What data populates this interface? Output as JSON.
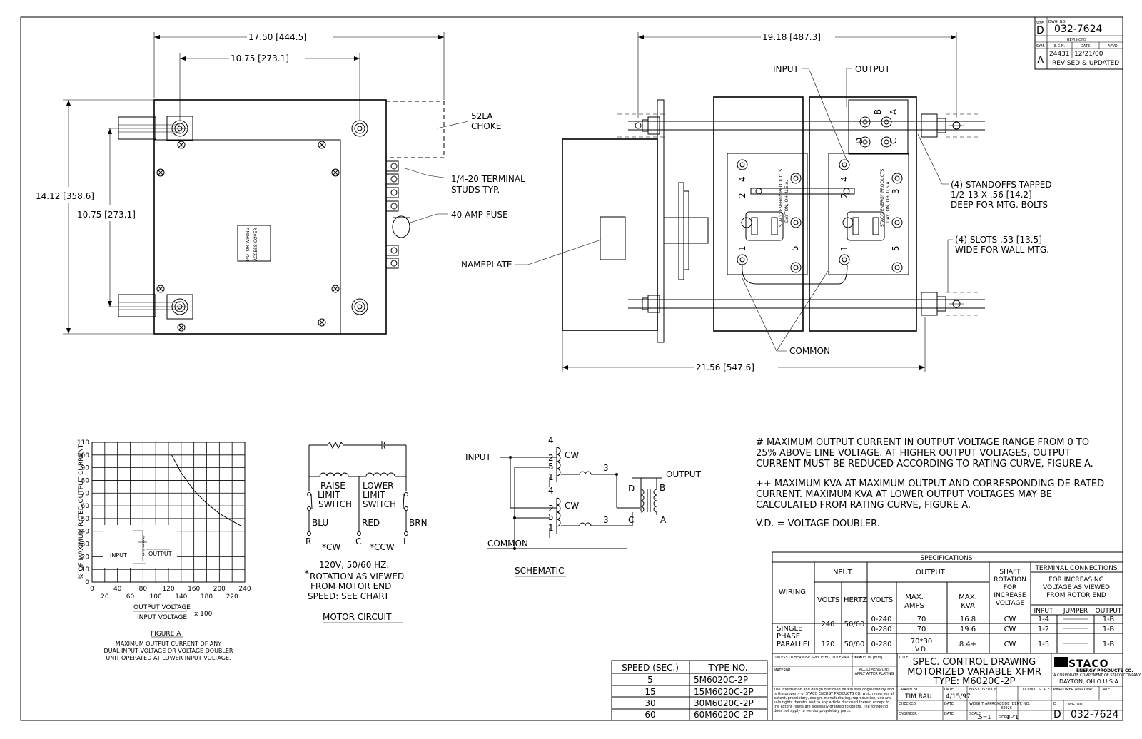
{
  "title_block": {
    "size": "D",
    "drawing_number": "032-7624",
    "revisions_label": "REVISIONS",
    "rev_headers": [
      "SYM.",
      "E.C.N.",
      "DATE",
      "APVD."
    ],
    "rev": {
      "sym": "A",
      "ecn": "24431",
      "date": "12/21/00",
      "desc": "REVISED & UPDATED"
    },
    "title_label": "TITLE",
    "title_line1": "SPEC. CONTROL DRAWING",
    "title_line2": "MOTORIZED VARIABLE XFMR",
    "title_line3": "TYPE: M6020C-2P",
    "company": "STACO",
    "company_sub": "ENERGY PRODUCTS CO.",
    "company_tagline": "A CORPORATE COMPONENT OF STACO COMPANY",
    "company_city": "DAYTON, OHIO U.S.A.",
    "drawn_by_label": "DRAWN BY",
    "drawn_by": "TIM RAU",
    "date_label": "DATE",
    "drawn_date": "4/15/97",
    "checked_label": "CHECKED",
    "engineer_label": "ENGINEER",
    "first_used_label": "FIRST USED ON",
    "weight_label": "WEIGHT APPROX.",
    "scale_label": "SCALE",
    "scale": ".5=1",
    "sheet_label": "SHEET",
    "sheet": "1",
    "sheet_of": "OF",
    "sheet_total": "1",
    "code_ident_label": "CODE IDENT. NO.",
    "code_ident": "83926",
    "do_not_scale": "DO NOT SCALE DWG.",
    "customer_approval": "CUSTOMER APPROVAL",
    "dwg_no_label": "DWG. NO.",
    "tol_note": "UNLESS OTHERWISE SPECIFIED, TOLERANCE IS ±",
    "limits_label": "LIMITS IN [mm]",
    "material_label": "MATERIAL",
    "all_dims": "ALL DIMENSIONS APPLY AFTER PLATING",
    "proprietary": "The information and design disclosed herein was originated by and is the property of STACO ENERGY PRODUCTS CO. which reserves all patent, proprietary, design, manufacturing, reproduction, use and sale rights thereto, and to any article disclosed therein except to the extent rights are expressly granted to others. The foregoing does not apply to vendor proprietary parts."
  },
  "dimensions": {
    "left_width_total": "17.50 [444.5]",
    "left_width_mount": "10.75 [273.1]",
    "left_height_total": "14.12 [358.6]",
    "left_height_mount": "10.75 [273.1]",
    "right_width_top": "19.18 [487.3]",
    "right_width_bottom": "21.56 [547.6]"
  },
  "callouts": {
    "choke": [
      "52LA",
      "CHOKE"
    ],
    "terminal_studs": [
      "1/4-20 TERMINAL",
      "STUDS TYP."
    ],
    "fuse": "40 AMP FUSE",
    "access_cover": [
      "MOTOR WIRING",
      "ACCESS COVER"
    ],
    "nameplate": "NAMEPLATE",
    "input": "INPUT",
    "output": "OUTPUT",
    "common": "COMMON",
    "standoffs": [
      "(4) STANDOFFS TAPPED",
      "1/2-13 X .56 [14.2]",
      "DEEP FOR MTG. BOLTS"
    ],
    "slots": [
      "(4) SLOTS .53 [13.5]",
      "WIDE FOR WALL MTG."
    ],
    "brush_plate": [
      "STACO ENERGY PRODUCTS",
      "DAYTON, OH. U.S.A."
    ],
    "terminal_numbers": [
      "4",
      "2",
      "1",
      "5",
      "3"
    ],
    "terminal_letters": [
      "B",
      "A",
      "D",
      "C"
    ]
  },
  "notes": {
    "note1": [
      "# MAXIMUM OUTPUT CURRENT IN OUTPUT VOLTAGE RANGE FROM 0 TO",
      "25% ABOVE LINE VOLTAGE.  AT HIGHER OUTPUT VOLTAGES, OUTPUT",
      "CURRENT MUST BE REDUCED ACCORDING TO RATING CURVE, FIGURE A."
    ],
    "note2": [
      "++ MAXIMUM KVA AT MAXIMUM OUTPUT AND CORRESPONDING DE-RATED",
      "CURRENT.  MAXIMUM KVA AT LOWER OUTPUT VOLTAGES MAY BE",
      "CALCULATED FROM RATING CURVE, FIGURE A."
    ],
    "note3": "V.D. = VOLTAGE DOUBLER."
  },
  "rating_chart": {
    "ylabel": "% OF MAXIMUM RATED OUTPUT CURRENT",
    "y_ticks": [
      "0",
      "10",
      "20",
      "30",
      "40",
      "50",
      "60",
      "70",
      "80",
      "90",
      "100",
      "110"
    ],
    "x_ticks_top": [
      "0",
      "40",
      "80",
      "120",
      "160",
      "200",
      "240"
    ],
    "x_ticks_bottom": [
      "20",
      "60",
      "100",
      "140",
      "180",
      "220"
    ],
    "x_label_num": "OUTPUT VOLTAGE",
    "x_label_den": "INPUT VOLTAGE",
    "x_label_mult": "x 100",
    "inset_input": "INPUT",
    "inset_output": "OUTPUT",
    "figure": "FIGURE A",
    "caption": [
      "MAXIMUM OUTPUT CURRENT OF ANY",
      "DUAL INPUT VOLTAGE OR VOLTAGE DOUBLER",
      "UNIT OPERATED AT LOWER INPUT VOLTAGE."
    ],
    "curve": [
      [
        125,
        100
      ],
      [
        140,
        86
      ],
      [
        160,
        72
      ],
      [
        180,
        62
      ],
      [
        200,
        54
      ],
      [
        220,
        48
      ],
      [
        235,
        44
      ]
    ]
  },
  "motor_circuit": {
    "raise": [
      "RAISE",
      "LIMIT",
      "SWITCH"
    ],
    "lower": [
      "LOWER",
      "LIMIT",
      "SWITCH"
    ],
    "wires": [
      "BLU",
      "RED",
      "BRN"
    ],
    "terminals": [
      "R",
      "C",
      "L"
    ],
    "cw": "*CW",
    "ccw": "*CCW",
    "supply": "120V, 50/60 HZ.",
    "rotation": [
      "ROTATION AS VIEWED",
      "FROM MOTOR END"
    ],
    "speed": "SPEED: SEE CHART",
    "title": "MOTOR CIRCUIT",
    "asterisk": "*"
  },
  "schematic": {
    "input": "INPUT",
    "output": "OUTPUT",
    "common": "COMMON",
    "title": "SCHEMATIC",
    "cw": "CW",
    "taps": [
      "4",
      "2",
      "5",
      "1"
    ],
    "three": "3",
    "letters": [
      "D",
      "B",
      "C",
      "A"
    ]
  },
  "speed_table": {
    "headers": [
      "SPEED (SEC.)",
      "TYPE NO."
    ],
    "rows": [
      [
        "5",
        "5M6020C-2P"
      ],
      [
        "15",
        "15M6020C-2P"
      ],
      [
        "30",
        "30M6020C-2P"
      ],
      [
        "60",
        "60M6020C-2P"
      ]
    ]
  },
  "specs": {
    "title": "SPECIFICATIONS",
    "wiring": "WIRING",
    "input": "INPUT",
    "output": "OUTPUT",
    "shaft": [
      "SHAFT",
      "ROTATION",
      "FOR",
      "INCREASE",
      "VOLTAGE"
    ],
    "terminal": "TERMINAL  CONNECTIONS",
    "terminal_sub": [
      "FOR INCREASING",
      "VOLTAGE AS VIEWED",
      "FROM ROTOR END"
    ],
    "volts": "VOLTS",
    "hertz": "HERTZ",
    "max_amps": [
      "MAX.",
      "AMPS"
    ],
    "max_kva": [
      "MAX.",
      "KVA"
    ],
    "col_input": "INPUT",
    "col_jumper": "JUMPER",
    "col_output": "OUTPUT",
    "wiring_type": [
      "SINGLE",
      "PHASE",
      "PARALLEL"
    ],
    "row1": {
      "vin": "240",
      "hz": "50/60",
      "vout": "0-240",
      "amps": "70",
      "kva": "16.8",
      "rot": "CW",
      "tin": "1-4",
      "tout": "1-B"
    },
    "row2": {
      "vout": "0-280",
      "amps": "70",
      "kva": "19.6",
      "rot": "CW",
      "tin": "1-2",
      "tout": "1-B"
    },
    "row3": {
      "vin": "120",
      "hz": "50/60",
      "vout": "0-280",
      "amps": "70*30",
      "amps_sub": "V.D.",
      "kva": "8.4+",
      "rot": "CW",
      "tin": "1-5",
      "tout": "1-B"
    }
  }
}
